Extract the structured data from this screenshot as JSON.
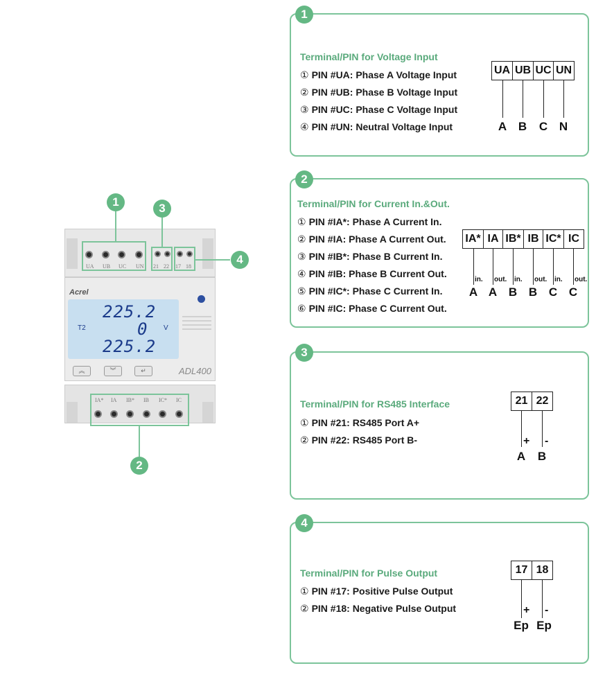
{
  "badges": [
    "1",
    "2",
    "3",
    "4"
  ],
  "panels": {
    "voltage": {
      "title": "Terminal/PIN for Voltage Input",
      "pins": [
        {
          "num": "①",
          "text": "PIN #UA: Phase A Voltage Input"
        },
        {
          "num": "②",
          "text": "PIN #UB: Phase B Voltage Input"
        },
        {
          "num": "③",
          "text": "PIN #UC: Phase C Voltage Input"
        },
        {
          "num": "④",
          "text": "PIN #UN: Neutral Voltage Input"
        }
      ],
      "terminals": [
        "UA",
        "UB",
        "UC",
        "UN"
      ],
      "ends": [
        "A",
        "B",
        "C",
        "N"
      ]
    },
    "current": {
      "title": "Terminal/PIN for Current In.&Out.",
      "pins": [
        {
          "num": "①",
          "text": "PIN #IA*: Phase A Current In."
        },
        {
          "num": "②",
          "text": "PIN #IA: Phase A Current Out."
        },
        {
          "num": "③",
          "text": "PIN #IB*: Phase B Current In."
        },
        {
          "num": "④",
          "text": "PIN #IB: Phase B Current Out."
        },
        {
          "num": "⑤",
          "text": "PIN #IC*: Phase C Current In."
        },
        {
          "num": "⑥",
          "text": "PIN #IC: Phase C Current Out."
        }
      ],
      "terminals": [
        "IA*",
        "IA",
        "IB*",
        "IB",
        "IC*",
        "IC"
      ],
      "dirs": [
        "in.",
        "out.",
        "in.",
        "out.",
        "in.",
        "out."
      ],
      "ends": [
        "A",
        "A",
        "B",
        "B",
        "C",
        "C"
      ]
    },
    "rs485": {
      "title": "Terminal/PIN for RS485 Interface",
      "pins": [
        {
          "num": "①",
          "text": "PIN #21: RS485 Port A+"
        },
        {
          "num": "②",
          "text": "PIN #22: RS485 Port B-"
        }
      ],
      "terminals": [
        "21",
        "22"
      ],
      "signs": [
        "+",
        "-"
      ],
      "ends": [
        "A",
        "B"
      ]
    },
    "pulse": {
      "title": "Terminal/PIN for Pulse Output",
      "pins": [
        {
          "num": "①",
          "text": "PIN #17: Positive Pulse Output"
        },
        {
          "num": "②",
          "text": "PIN #18: Negative Pulse Output"
        }
      ],
      "terminals": [
        "17",
        "18"
      ],
      "signs": [
        "+",
        "-"
      ],
      "ends": [
        "Ep",
        "Ep"
      ]
    }
  },
  "device": {
    "brand": "Acrel",
    "model": "ADL400",
    "top_terminals": [
      "UA",
      "UB",
      "UC",
      "UN"
    ],
    "comm_terminals": [
      "21",
      "22"
    ],
    "pulse_terminals": [
      "17",
      "18"
    ],
    "bottom_terminals": [
      "IA*",
      "IA",
      "IB*",
      "IB",
      "IC*",
      "IC"
    ],
    "lcd": {
      "row1": "225.2",
      "row2": "0",
      "row3": "225.2",
      "tag": "T2",
      "unit": "V"
    },
    "colors": {
      "accent": "#7cc49a",
      "badge": "#64b884",
      "title": "#5aaa7c",
      "lcd": "#c8dff0",
      "digits": "#1a3a8a"
    }
  }
}
